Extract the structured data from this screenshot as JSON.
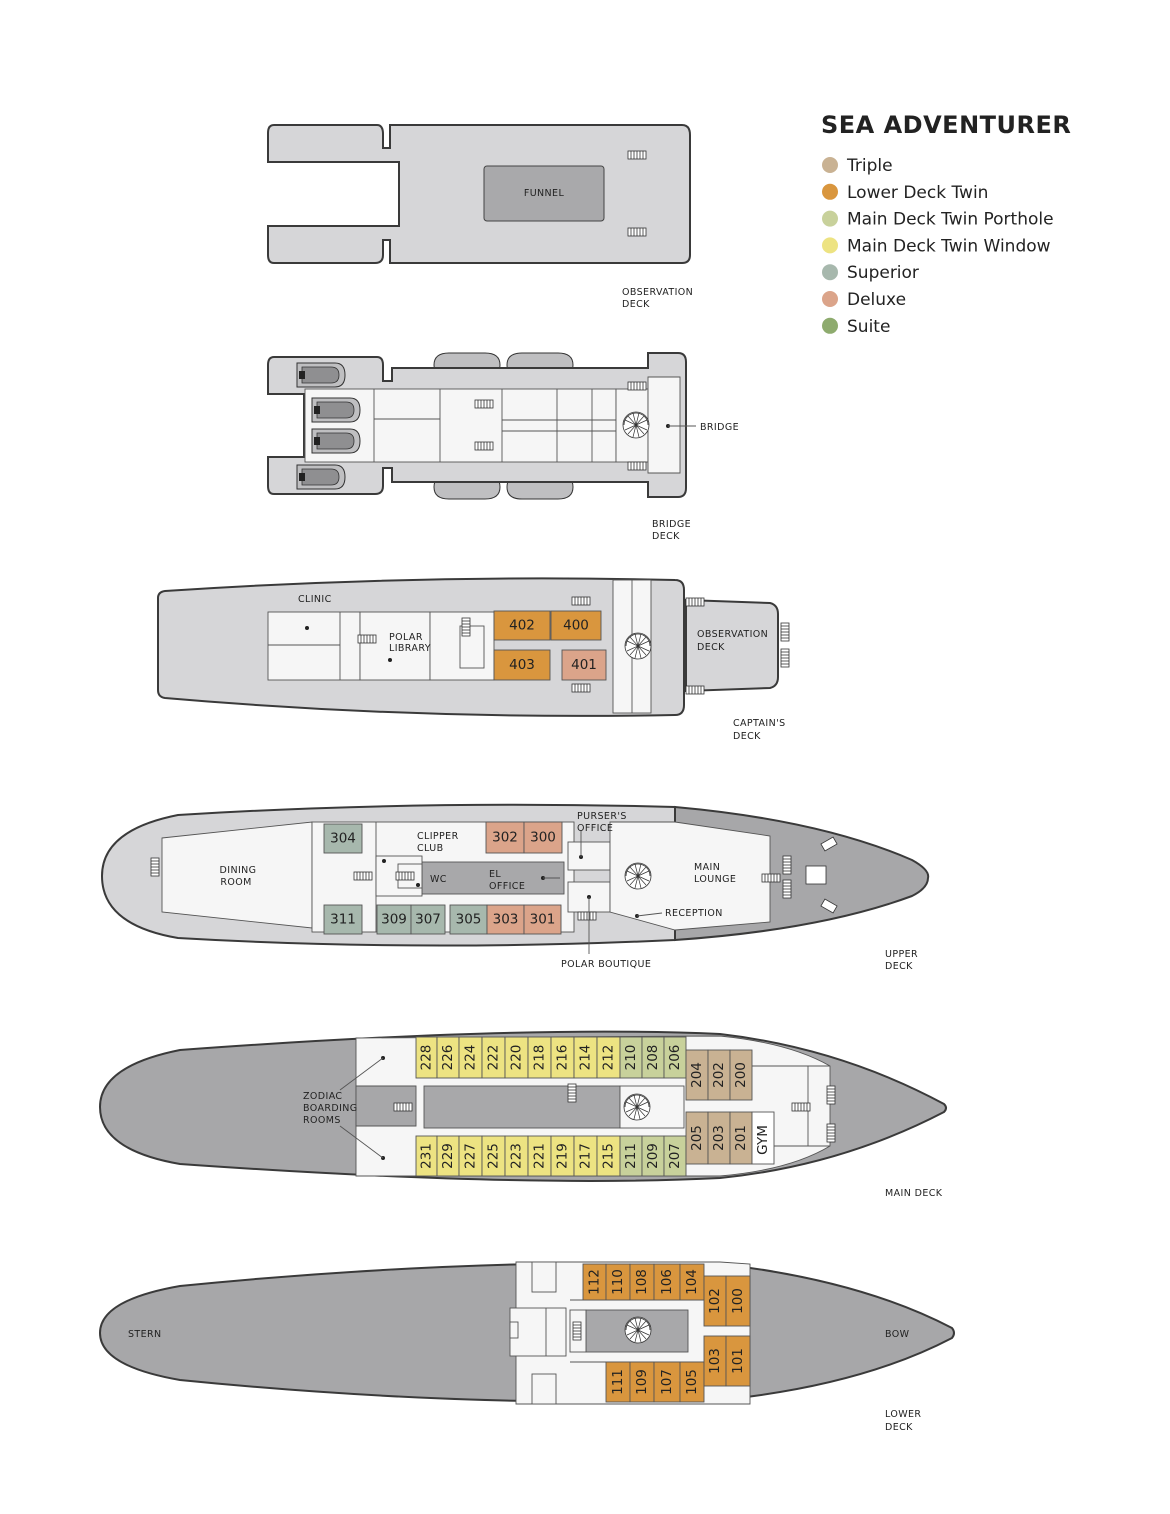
{
  "legend": {
    "title": "SEA ADVENTURER",
    "items": [
      {
        "label": "Triple",
        "color": "#c9b293"
      },
      {
        "label": "Lower Deck Twin",
        "color": "#d9963e"
      },
      {
        "label": "Main Deck Twin Porthole",
        "color": "#c8d19b"
      },
      {
        "label": "Main Deck Twin Window",
        "color": "#ede382"
      },
      {
        "label": "Superior",
        "color": "#a7b8ad"
      },
      {
        "label": "Deluxe",
        "color": "#dba48a"
      },
      {
        "label": "Suite",
        "color": "#8eab6e"
      }
    ]
  },
  "labels": {
    "funnel": "FUNNEL",
    "observation_deck_1": "OBSERVATION",
    "observation_deck_2": "DECK",
    "bridge": "BRIDGE",
    "bridge_deck_1": "BRIDGE",
    "bridge_deck_2": "DECK",
    "clinic": "CLINIC",
    "polar_library_1": "POLAR",
    "polar_library_2": "LIBRARY",
    "obs_deck_cap_1": "OBSERVATION",
    "obs_deck_cap_2": "DECK",
    "captains_deck_1": "CAPTAIN'S",
    "captains_deck_2": "DECK",
    "dining_1": "DINING",
    "dining_2": "ROOM",
    "clipper_1": "CLIPPER",
    "clipper_2": "CLUB",
    "pursers_1": "PURSER'S",
    "pursers_2": "OFFICE",
    "wc": "WC",
    "el_office_1": "EL",
    "el_office_2": "OFFICE",
    "main_lounge_1": "MAIN",
    "main_lounge_2": "LOUNGE",
    "reception": "RECEPTION",
    "polar_boutique": "POLAR BOUTIQUE",
    "upper_deck_1": "UPPER",
    "upper_deck_2": "DECK",
    "zodiac_1": "ZODIAC",
    "zodiac_2": "BOARDING",
    "zodiac_3": "ROOMS",
    "gym": "GYM",
    "main_deck": "MAIN DECK",
    "stern": "STERN",
    "bow": "BOW",
    "lower_deck_1": "LOWER",
    "lower_deck_2": "DECK"
  },
  "cabins": {
    "captains": [
      {
        "num": "402",
        "cat": "lower"
      },
      {
        "num": "400",
        "cat": "lower"
      },
      {
        "num": "403",
        "cat": "lower"
      },
      {
        "num": "401",
        "cat": "deluxe"
      }
    ],
    "upper_top": [
      {
        "num": "304",
        "cat": "superior"
      },
      {
        "num": "302",
        "cat": "deluxe"
      },
      {
        "num": "300",
        "cat": "deluxe"
      }
    ],
    "upper_bottom": [
      {
        "num": "311",
        "cat": "superior"
      },
      {
        "num": "309",
        "cat": "superior"
      },
      {
        "num": "307",
        "cat": "superior"
      },
      {
        "num": "305",
        "cat": "superior"
      },
      {
        "num": "303",
        "cat": "deluxe"
      },
      {
        "num": "301",
        "cat": "deluxe"
      }
    ],
    "main_top": [
      {
        "num": "228",
        "cat": "window"
      },
      {
        "num": "226",
        "cat": "window"
      },
      {
        "num": "224",
        "cat": "window"
      },
      {
        "num": "222",
        "cat": "window"
      },
      {
        "num": "220",
        "cat": "window"
      },
      {
        "num": "218",
        "cat": "window"
      },
      {
        "num": "216",
        "cat": "window"
      },
      {
        "num": "214",
        "cat": "window"
      },
      {
        "num": "212",
        "cat": "window"
      },
      {
        "num": "210",
        "cat": "porthole"
      },
      {
        "num": "208",
        "cat": "porthole"
      },
      {
        "num": "206",
        "cat": "porthole"
      },
      {
        "num": "204",
        "cat": "triple"
      },
      {
        "num": "202",
        "cat": "triple"
      },
      {
        "num": "200",
        "cat": "triple"
      }
    ],
    "main_bottom": [
      {
        "num": "231",
        "cat": "window"
      },
      {
        "num": "229",
        "cat": "window"
      },
      {
        "num": "227",
        "cat": "window"
      },
      {
        "num": "225",
        "cat": "window"
      },
      {
        "num": "223",
        "cat": "window"
      },
      {
        "num": "221",
        "cat": "window"
      },
      {
        "num": "219",
        "cat": "window"
      },
      {
        "num": "217",
        "cat": "window"
      },
      {
        "num": "215",
        "cat": "window"
      },
      {
        "num": "211",
        "cat": "porthole"
      },
      {
        "num": "209",
        "cat": "porthole"
      },
      {
        "num": "207",
        "cat": "porthole"
      },
      {
        "num": "205",
        "cat": "triple"
      },
      {
        "num": "203",
        "cat": "triple"
      },
      {
        "num": "201",
        "cat": "triple"
      }
    ],
    "lower_top": [
      "112",
      "110",
      "108",
      "106",
      "104",
      "102",
      "100"
    ],
    "lower_bottom": [
      "111",
      "109",
      "107",
      "105",
      "103",
      "101"
    ]
  }
}
